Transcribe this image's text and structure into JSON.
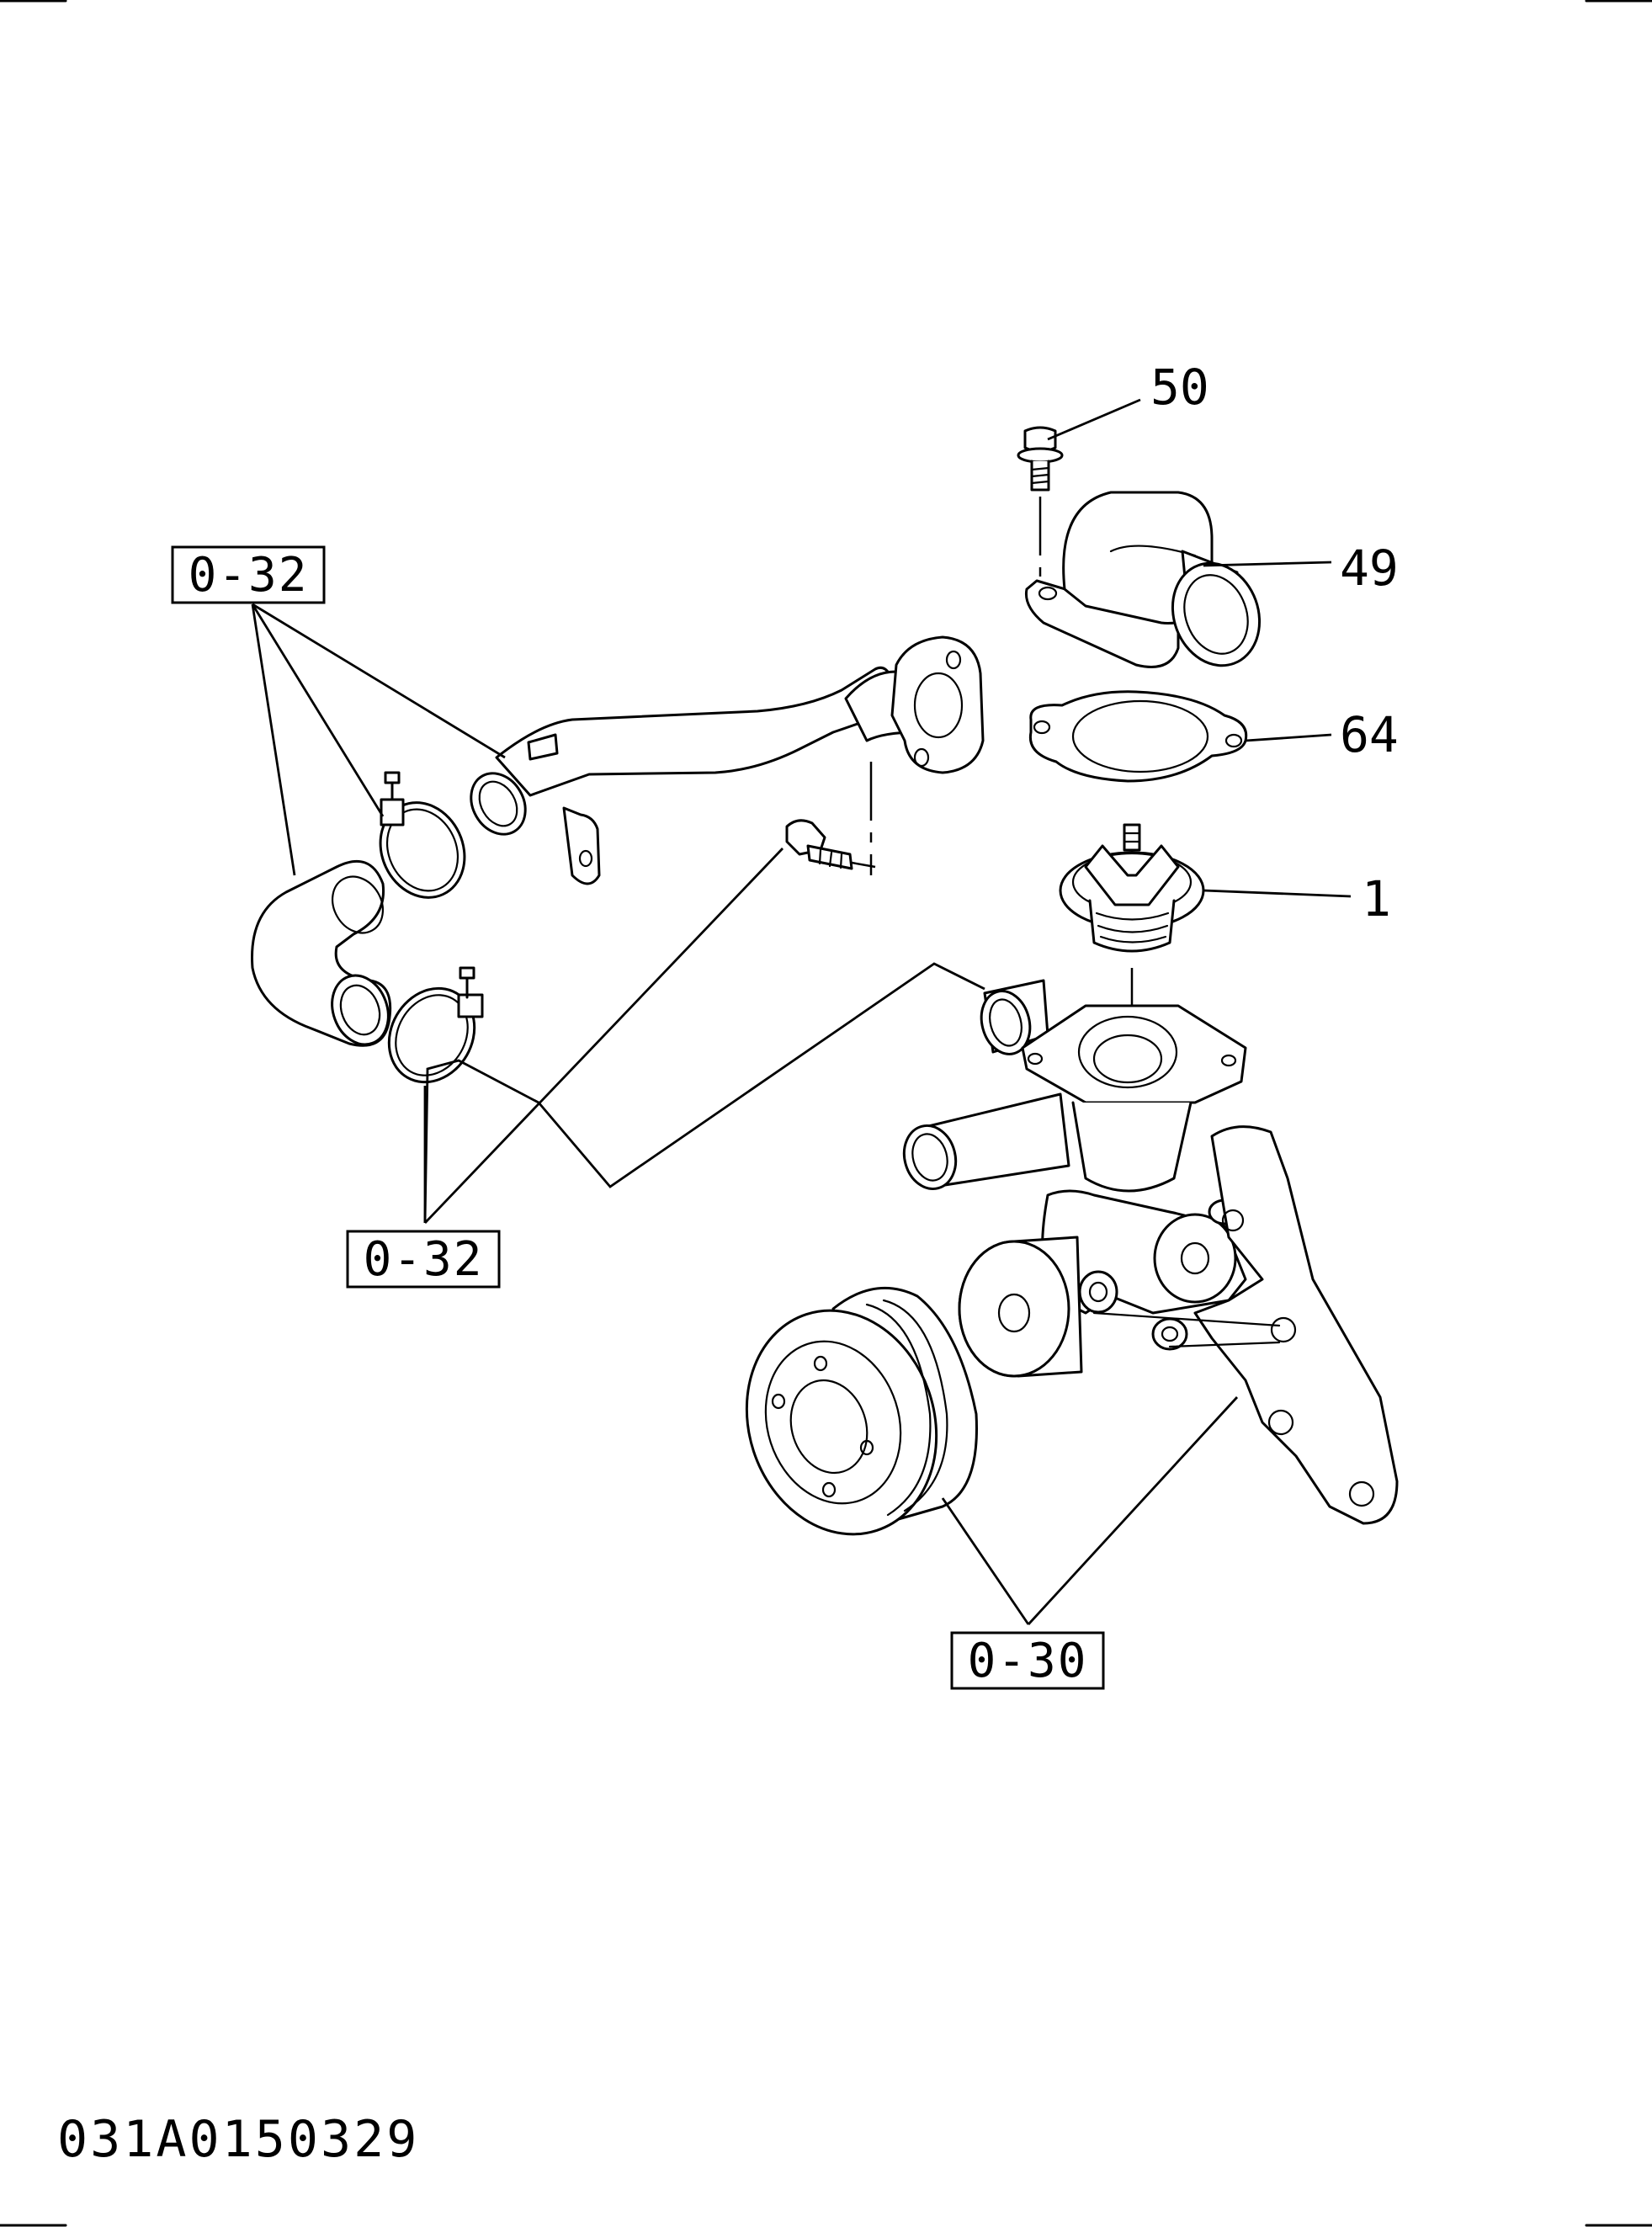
{
  "parts": [
    {
      "id": "part-50",
      "label": "50"
    },
    {
      "id": "part-49",
      "label": "49"
    },
    {
      "id": "part-64",
      "label": "64"
    },
    {
      "id": "part-1",
      "label": "1"
    }
  ],
  "references": [
    {
      "id": "ref-upper-left",
      "label": "0-32"
    },
    {
      "id": "ref-middle-left",
      "label": "0-32"
    },
    {
      "id": "ref-bottom",
      "label": "0-30"
    }
  ],
  "drawing_code": "031A0150329"
}
